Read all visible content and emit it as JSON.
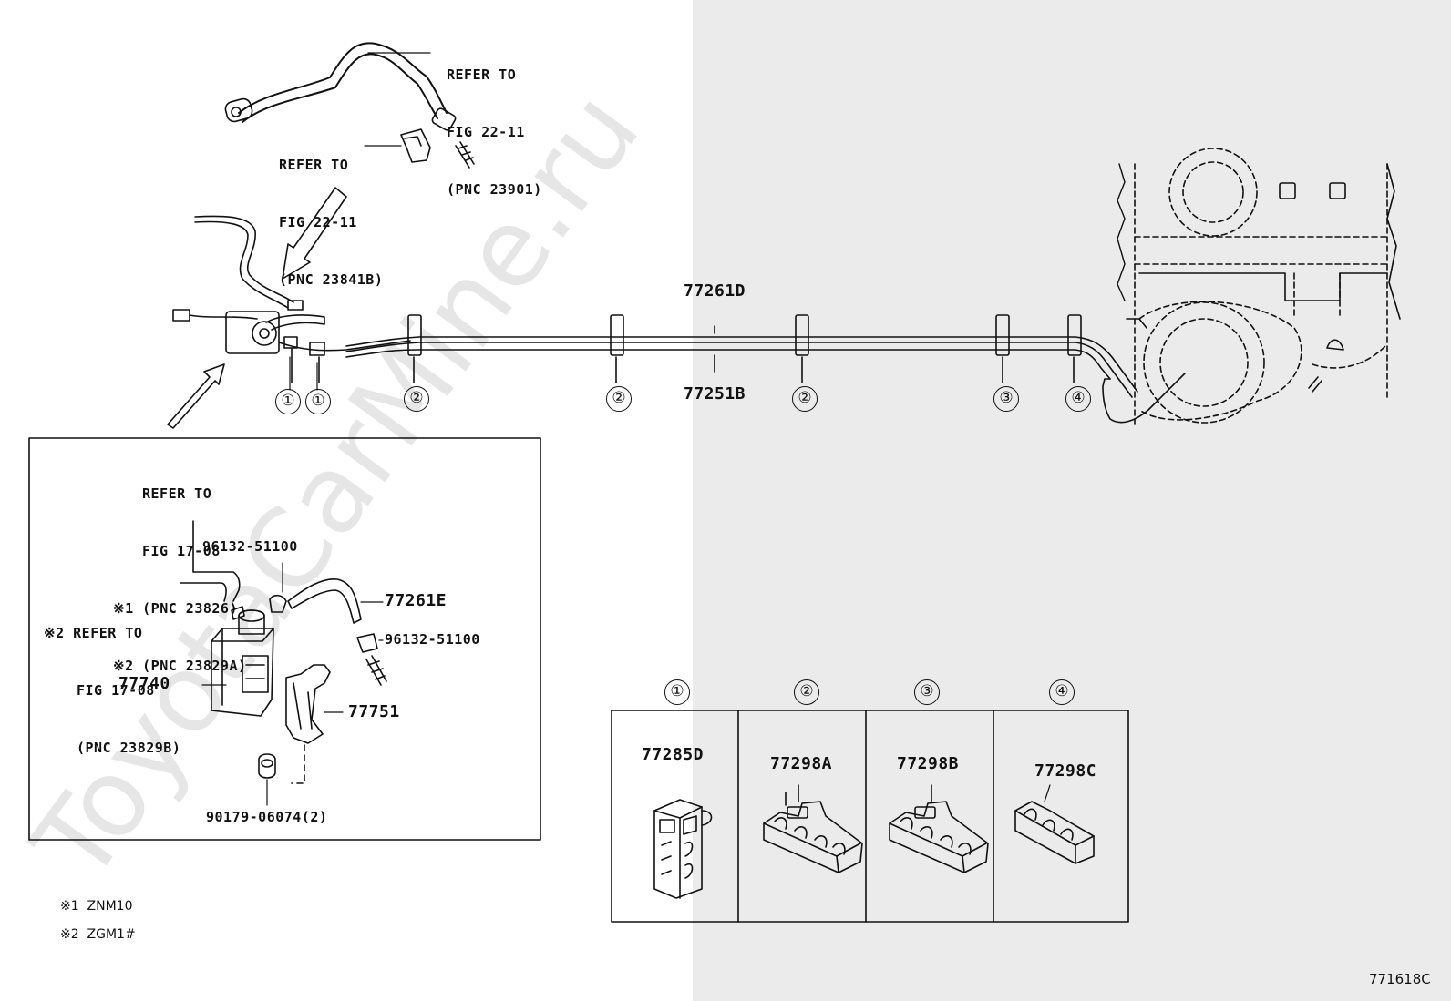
{
  "watermark": "ToyotaCarMine.ru",
  "figure_code": "771618C",
  "top_refs": {
    "ref1": [
      "REFER TO",
      "FIG 22-11",
      "(PNC 23901)"
    ],
    "ref2": [
      "REFER TO",
      "FIG 22-11",
      "(PNC 23841B)"
    ]
  },
  "main_parts": {
    "tube_upper": "77261D",
    "tube_lower": "77251B"
  },
  "clamp_callouts": [
    "①",
    "①",
    "②",
    "②",
    "②",
    "③",
    "④"
  ],
  "inset": {
    "ref_top": [
      "REFER TO",
      "FIG 17-08",
      "※1 (PNC 23826)",
      "※2 (PNC 23829A)"
    ],
    "ref_left": [
      "※2 REFER TO",
      "FIG 17-08",
      "(PNC 23829B)"
    ],
    "clip_upper": "96132-51100",
    "hose": "77261E",
    "clip_lower": "96132-51100",
    "canister": "77740",
    "bracket": "77751",
    "bolt": "90179-06074(2)"
  },
  "notes": [
    "※1  ZNM10",
    "※2  ZGM1#"
  ],
  "clamp_table": {
    "headers": [
      "①",
      "②",
      "③",
      "④"
    ],
    "parts": [
      "77285D",
      "77298A",
      "77298B",
      "77298C"
    ]
  }
}
